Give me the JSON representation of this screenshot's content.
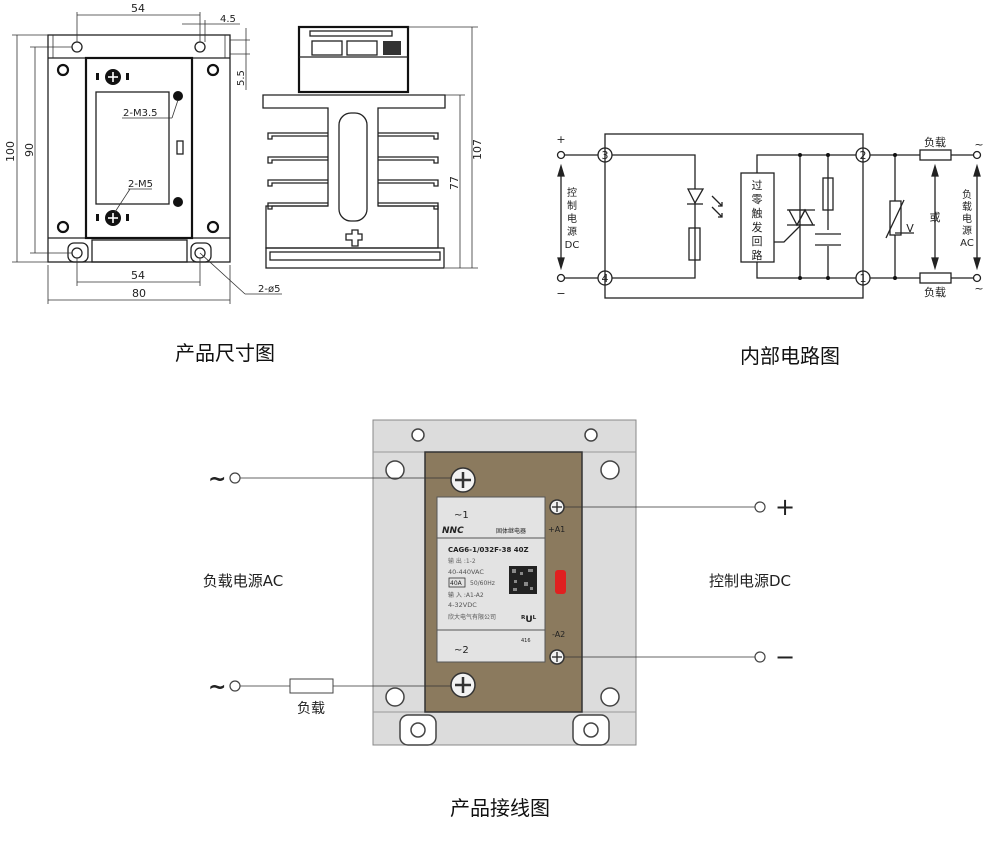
{
  "titles": {
    "dimensions": "产品尺寸图",
    "circuit": "内部电路图",
    "wiring": "产品接线图"
  },
  "dimensions": {
    "top_width": "54",
    "hole_offset": "4.5",
    "top_margin": "5.5",
    "height_total": "100",
    "height_holes": "90",
    "bottom_hole_spacing": "54",
    "width_total": "80",
    "screw_small": "2-M3.5",
    "screw_large": "2-M5",
    "mount_hole": "2-ø5",
    "side_height": "107",
    "heatsink_height": "77"
  },
  "circuit": {
    "plus": "+",
    "minus": "−",
    "terminals": [
      "3",
      "4",
      "2",
      "1"
    ],
    "control_label": [
      "控",
      "制",
      "电",
      "源",
      "DC"
    ],
    "zero_cross_label": [
      "过",
      "零",
      "触",
      "发",
      "回",
      "路"
    ],
    "varistor_label": "V",
    "load_top": "负载",
    "load_bottom": "负载",
    "or_label": "或",
    "ac_tilde_top": "~",
    "ac_tilde_bottom": "~",
    "load_supply_label": [
      "负",
      "载",
      "电",
      "源",
      "AC"
    ]
  },
  "wiring": {
    "ac_top": "~",
    "ac_bottom": "~",
    "load_supply": "负载电源AC",
    "load": "负载",
    "control_supply": "控制电源DC",
    "plus": "+",
    "minus": "−",
    "relay_label": {
      "t1": "~1",
      "brand": "NNC",
      "product": "固体继电器",
      "a1": "+A1",
      "model": "CAG6-1/032F-38 40Z",
      "output": "输 出 :1-2",
      "voltage": "40-440VAC",
      "current": "40A",
      "freq": "50/60Hz",
      "input": "输 入 :A1-A2",
      "input_voltage": "4-32VDC",
      "maker": "欣大电气有限公司",
      "code": "416",
      "t2": "~2",
      "a2": "-A2"
    },
    "colors": {
      "panel": "#8b7a5e",
      "led": "#e02020",
      "body": "#d4d4d4"
    }
  }
}
